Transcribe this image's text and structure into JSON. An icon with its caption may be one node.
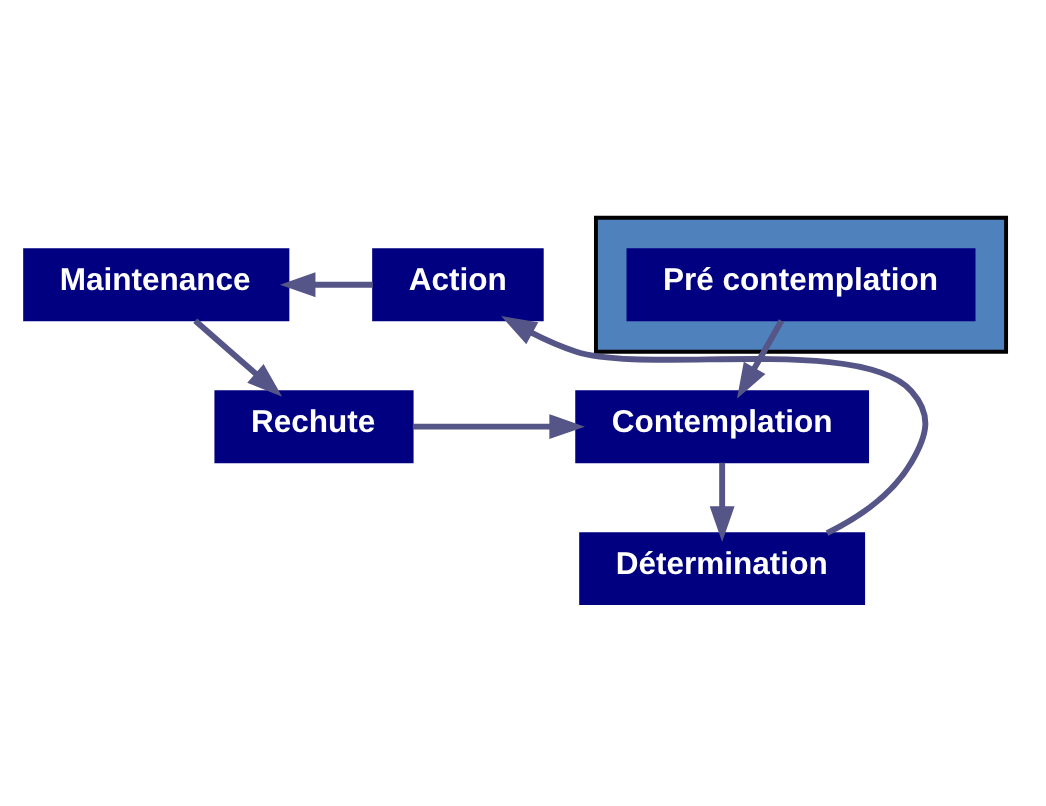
{
  "diagram": {
    "nodes": [
      {
        "text": [
          "Maintenance"
        ]
      },
      {
        "text": [
          "Action"
        ]
      },
      {
        "text": [
          "Détermination"
        ]
      },
      {
        "text": [
          "Rechute"
        ]
      },
      {
        "text": [
          "Contemplation"
        ]
      },
      {
        "text": [],
        "shape": "box"
      },
      {
        "text": [
          "Pré contemplation"
        ],
        "in": 5
      }
    ],
    "edges": [
      {
        "from": 1,
        "to": 0,
        "arrow": "to"
      },
      {
        "from": 0,
        "to": 3,
        "arrow": "to"
      },
      {
        "from": 3,
        "to": 4,
        "arrow": "to"
      },
      {
        "from": 4,
        "to": 2,
        "arrow": "to"
      },
      {
        "from": 2,
        "to": 1,
        "arrow": "to"
      },
      {
        "from": 6,
        "to": 4,
        "arrow": "to"
      }
    ]
  }
}
